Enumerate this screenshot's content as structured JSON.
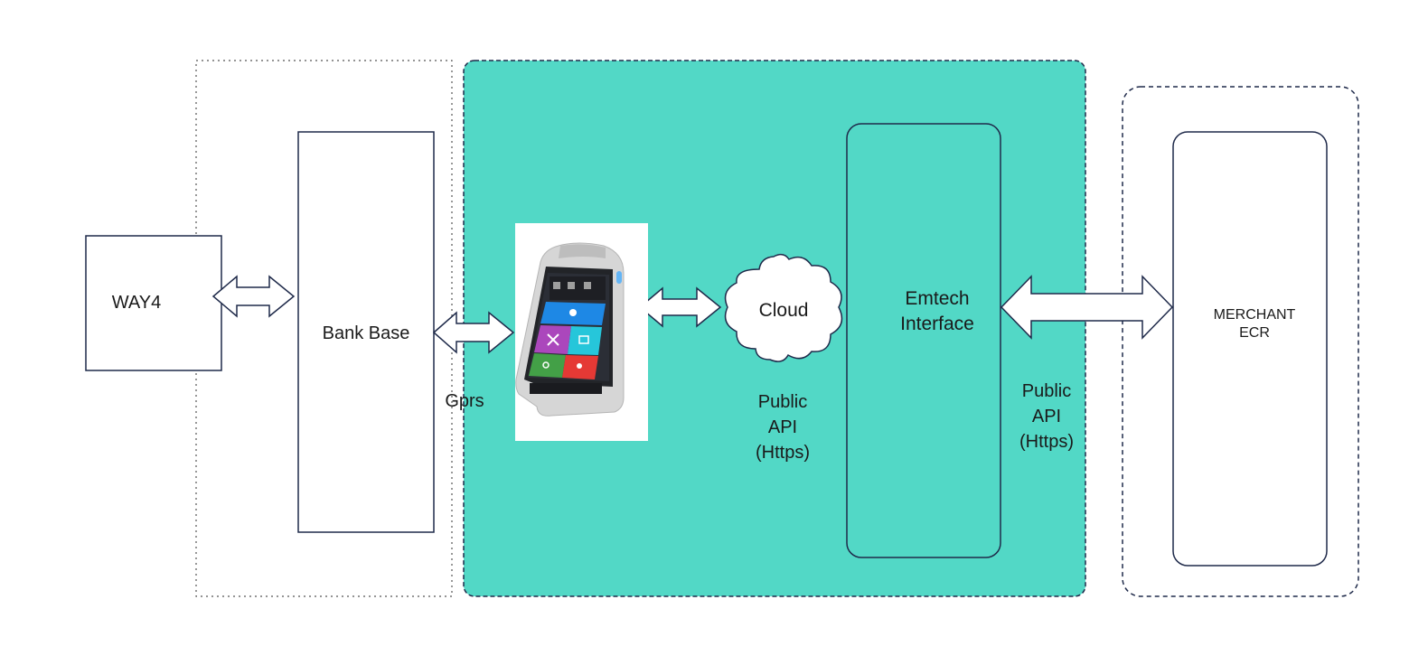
{
  "nodes": {
    "way4": "WAY4",
    "bank_base": "Bank Base",
    "cloud": "Cloud",
    "emtech_line1": "Emtech",
    "emtech_line2": "Interface",
    "merchant_line1": "MERCHANT",
    "merchant_line2": "ECR"
  },
  "edges": {
    "gprs": "Gprs",
    "cloud_api": [
      "Public",
      "API",
      "(Https)"
    ],
    "merchant_api": [
      "Public",
      "API",
      "(Https)"
    ]
  },
  "colors": {
    "teal_region": "#52d8c6",
    "stroke": "#1f2a4a",
    "dotted_border": "#555555"
  },
  "icons": {
    "pos_terminal": "pos-terminal-image"
  }
}
